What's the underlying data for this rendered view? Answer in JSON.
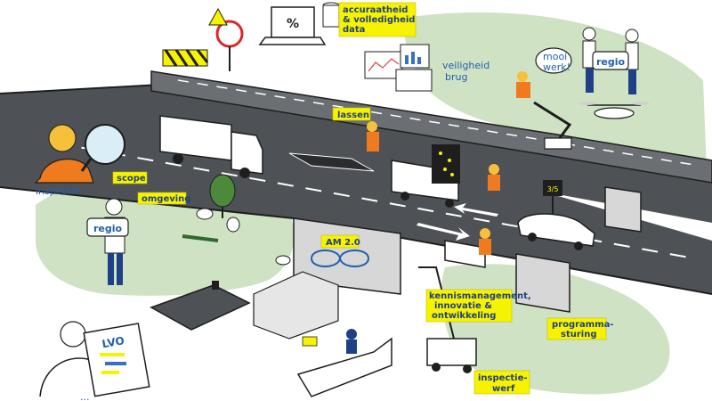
{
  "labels": {
    "accuracy": [
      "accuraatheid",
      "& volledigheid",
      "data"
    ],
    "percent_symbol": "%",
    "lassen": "lassen",
    "scope": "scope",
    "omgeving": "omgeving",
    "am": "AM 2.0",
    "kennis": [
      "kennismanagement,",
      "innovatie &",
      "ontwikkeling"
    ],
    "programma": [
      "programma-",
      "sturing"
    ],
    "inspectiewerf": [
      "inspectie-",
      "werf"
    ]
  },
  "handwriting": {
    "veiligheid": [
      "veiligheid",
      "brug"
    ],
    "inspectie": "inspectie",
    "mooi_werk": [
      "mooi",
      "werk!"
    ],
    "regio_sign_right": "regio",
    "regio_sign_left": "regio",
    "lvo": "LVO",
    "bottom_cut": "...",
    "vms_sign": "3/5"
  },
  "colors": {
    "highlight": "#f7f200",
    "map_green": "#cfe3c4",
    "road": "#4e5256",
    "ink": "#1e1e1e",
    "blue_text": "#1f5fb0",
    "vest_orange": "#f07a1e"
  }
}
